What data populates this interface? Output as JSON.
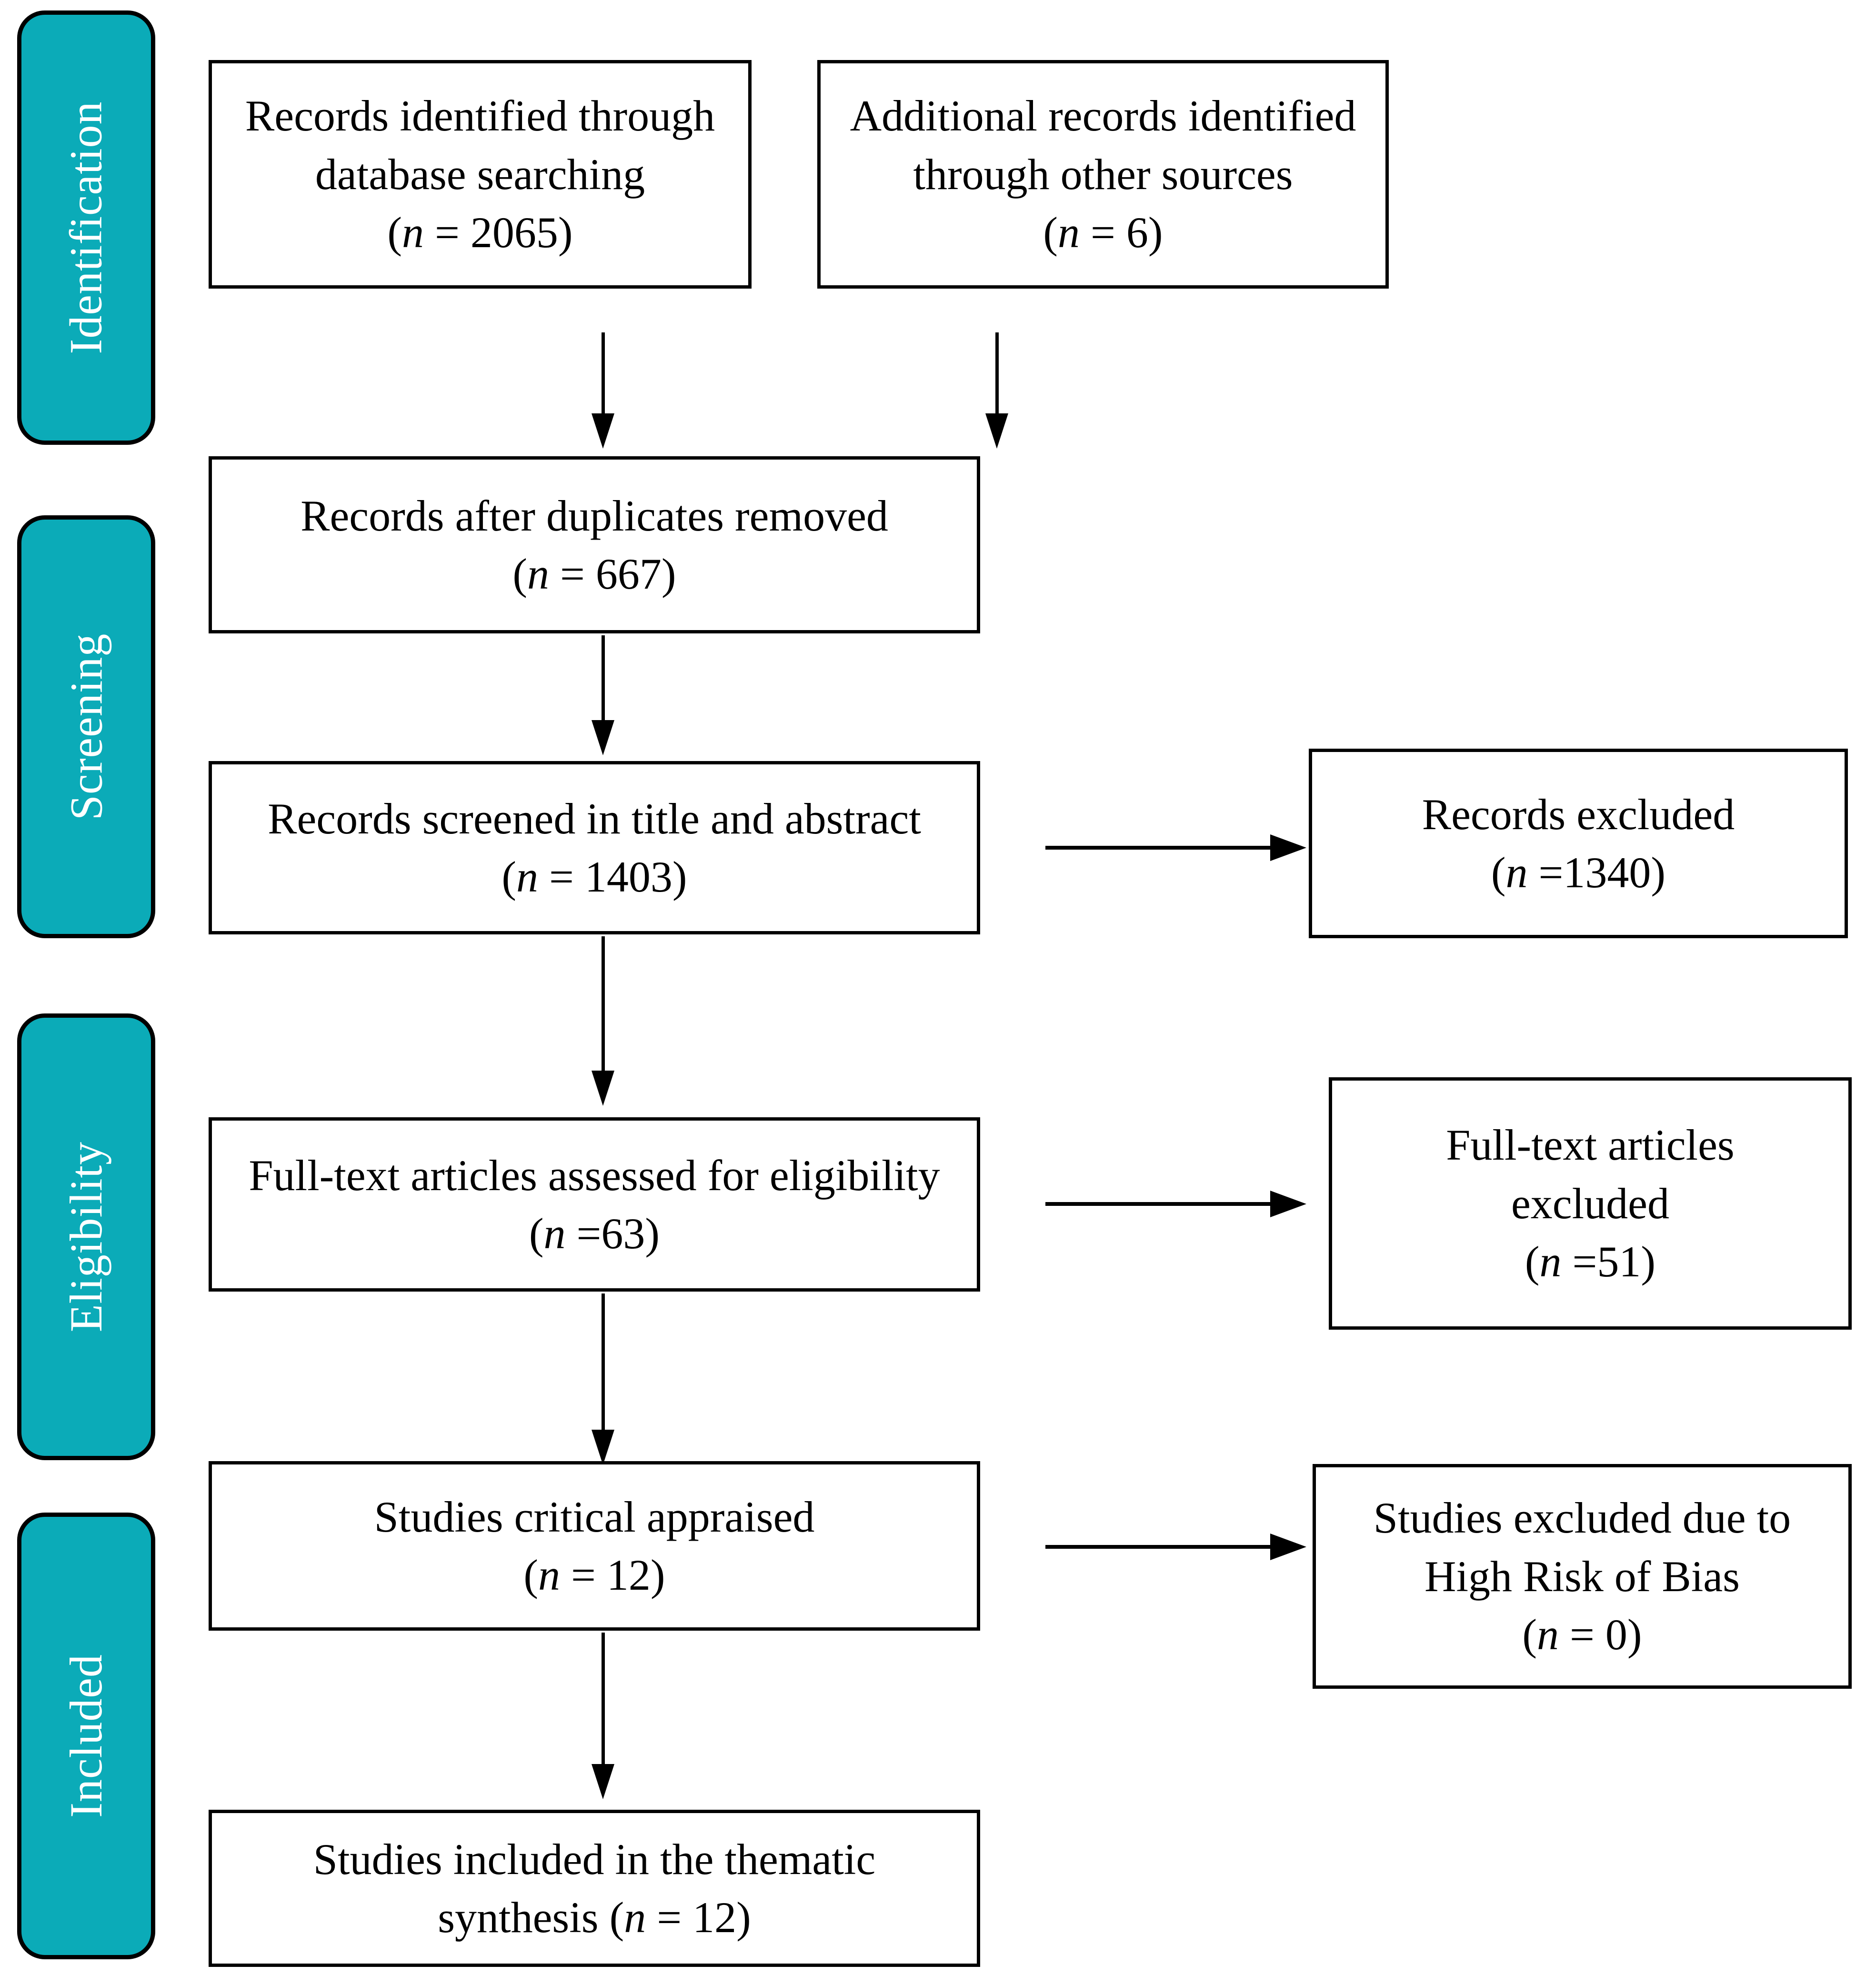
{
  "diagram": {
    "type": "prisma-flow-diagram",
    "accent_color": "#0BABB8",
    "border_color": "#000000",
    "background_color": "#FFFFFF",
    "stages": [
      {
        "id": "identification",
        "label": "Identification"
      },
      {
        "id": "screening",
        "label": "Screening"
      },
      {
        "id": "eligibility",
        "label": "Eligibility"
      },
      {
        "id": "included",
        "label": "Included"
      }
    ],
    "boxes": {
      "database_search": {
        "line1": "Records identified through",
        "line2": "database searching",
        "n_prefix": "(",
        "n_symbol": "n",
        "n_value": " = 2065)"
      },
      "other_sources": {
        "line1": "Additional records identified",
        "line2": "through other sources",
        "n_prefix": "(",
        "n_symbol": "n",
        "n_value": " = 6)"
      },
      "duplicates_removed": {
        "line1": "Records after duplicates removed",
        "n_prefix": "(",
        "n_symbol": "n",
        "n_value": " = 667)"
      },
      "screened": {
        "line1": "Records screened in title and abstract",
        "n_prefix": "(",
        "n_symbol": "n",
        "n_value": " = 1403)"
      },
      "records_excluded": {
        "line1": "Records excluded",
        "n_prefix": "(",
        "n_symbol": "n",
        "n_value": " =1340)"
      },
      "fulltext_assessed": {
        "line1": "Full-text articles assessed for eligibility",
        "n_prefix": "(",
        "n_symbol": "n",
        "n_value": " =63)"
      },
      "fulltext_excluded": {
        "line1": "Full-text articles",
        "line2": "excluded",
        "n_prefix": "(",
        "n_symbol": "n",
        "n_value": " =51)"
      },
      "critical_appraised": {
        "line1": "Studies critical appraised",
        "n_prefix": "(",
        "n_symbol": "n",
        "n_value": " = 12)"
      },
      "bias_excluded": {
        "line1": "Studies excluded due to",
        "line2": "High Risk of Bias",
        "n_prefix": "(",
        "n_symbol": "n",
        "n_value": " = 0)"
      },
      "thematic_included": {
        "line1": "Studies included in the thematic",
        "line2_pre": "synthesis (",
        "n_symbol": "n",
        "n_value": " = 12)"
      }
    }
  }
}
